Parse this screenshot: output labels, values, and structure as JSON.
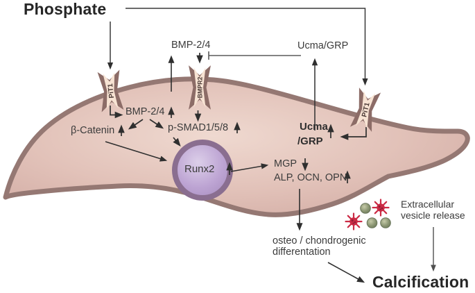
{
  "diagram": {
    "extracellular": {
      "phosphate": "Phosphate",
      "bmp24": "BMP-2/4",
      "ucma_grp": "Ucma/GRP",
      "vesicle_release_line1": "Extracellular",
      "vesicle_release_line2": "vesicle release"
    },
    "membrane_proteins": {
      "pit1_left": "PiT1",
      "bmpr2": "BMPR2",
      "pit1_right": "PiT1"
    },
    "intracellular": {
      "bmp24": {
        "label": "BMP-2/4",
        "trend": "up"
      },
      "beta_catenin": {
        "label": "β-Catenin",
        "trend": "up"
      },
      "p_smad": {
        "label": "p-SMAD1/5/8",
        "trend": "up"
      },
      "runx2": {
        "label": "Runx2",
        "trend": "up"
      },
      "ucma_line1": "Ucma",
      "ucma_line2": "/GRP",
      "ucma_trend": "up",
      "mgp": {
        "label": "MGP",
        "trend": "down"
      },
      "alp_ocn_opn": {
        "label": "ALP, OCN, OPN",
        "trend": "up"
      }
    },
    "outcomes": {
      "differentiation_line1": "osteo / chondrogenic",
      "differentiation_line2": "differentation",
      "calcification": "Calcification"
    },
    "colors": {
      "cell_fill": "#e2c2b9",
      "cell_membrane": "#957873",
      "nucleus_fill": "#bba2d2",
      "nucleus_ring": "#8a6e90",
      "receptor_channel": "#f7e3d3",
      "vesicle_green": "#8a9572",
      "vesicle_red": "#cb2b45",
      "arrow": "#2f2f2f"
    }
  }
}
